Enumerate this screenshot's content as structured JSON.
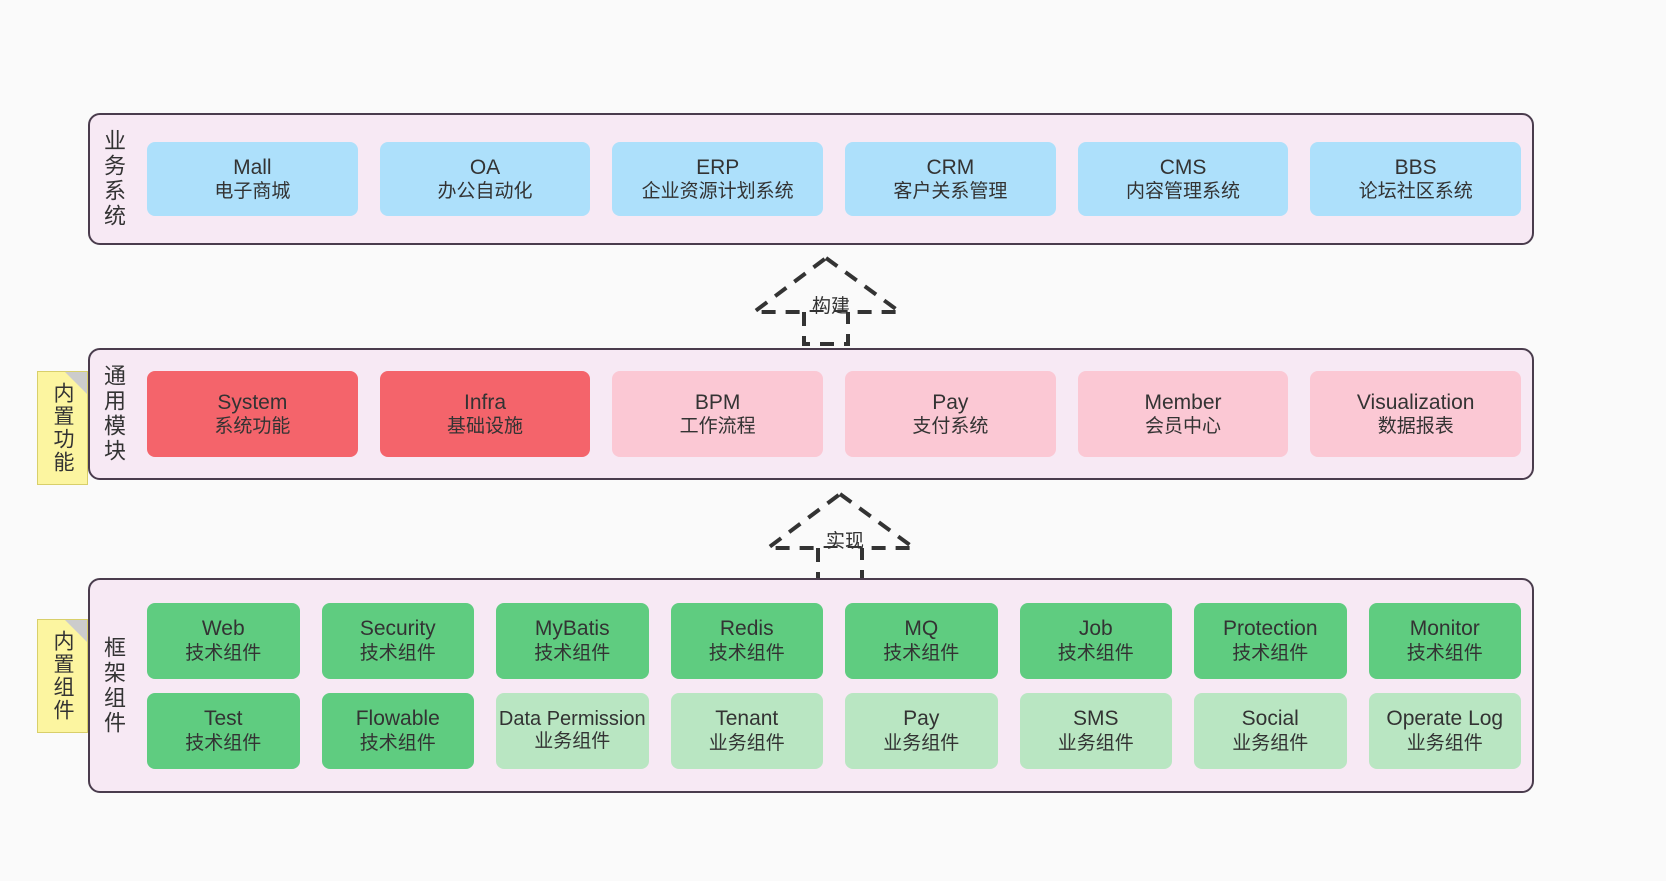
{
  "diagram": {
    "background": "#fafafa",
    "panel_bg": "#f7e9f4",
    "panel_border": "#4a3c4d",
    "note_bg": "#fcf5a0",
    "colors": {
      "business": "#ade0fb",
      "core_module": "#f4646b",
      "module": "#fbc8d4",
      "tech_component": "#5fcc80",
      "biz_component": "#b9e6c2"
    }
  },
  "layers": [
    {
      "id": "business-systems",
      "title": "业务系统",
      "cards": [
        {
          "name": "Mall",
          "desc": "电子商城",
          "style": "blue"
        },
        {
          "name": "OA",
          "desc": "办公自动化",
          "style": "blue"
        },
        {
          "name": "ERP",
          "desc": "企业资源计划系统",
          "style": "blue"
        },
        {
          "name": "CRM",
          "desc": "客户关系管理",
          "style": "blue"
        },
        {
          "name": "CMS",
          "desc": "内容管理系统",
          "style": "blue"
        },
        {
          "name": "BBS",
          "desc": "论坛社区系统",
          "style": "blue"
        }
      ]
    },
    {
      "id": "common-modules",
      "title": "通用模块",
      "note": "内置功能",
      "cards": [
        {
          "name": "System",
          "desc": "系统功能",
          "style": "red"
        },
        {
          "name": "Infra",
          "desc": "基础设施",
          "style": "red"
        },
        {
          "name": "BPM",
          "desc": "工作流程",
          "style": "pink"
        },
        {
          "name": "Pay",
          "desc": "支付系统",
          "style": "pink"
        },
        {
          "name": "Member",
          "desc": "会员中心",
          "style": "pink"
        },
        {
          "name": "Visualization",
          "desc": "数据报表",
          "style": "pink"
        }
      ]
    },
    {
      "id": "framework-components",
      "title": "框架组件",
      "note": "内置组件",
      "rows": [
        [
          {
            "name": "Web",
            "desc": "技术组件",
            "style": "green"
          },
          {
            "name": "Security",
            "desc": "技术组件",
            "style": "green"
          },
          {
            "name": "MyBatis",
            "desc": "技术组件",
            "style": "green"
          },
          {
            "name": "Redis",
            "desc": "技术组件",
            "style": "green"
          },
          {
            "name": "MQ",
            "desc": "技术组件",
            "style": "green"
          },
          {
            "name": "Job",
            "desc": "技术组件",
            "style": "green"
          },
          {
            "name": "Protection",
            "desc": "技术组件",
            "style": "green"
          },
          {
            "name": "Monitor",
            "desc": "技术组件",
            "style": "green"
          }
        ],
        [
          {
            "name": "Test",
            "desc": "技术组件",
            "style": "green"
          },
          {
            "name": "Flowable",
            "desc": "技术组件",
            "style": "green"
          },
          {
            "name": "Data Permission",
            "desc": "业务组件",
            "style": "lightgreen"
          },
          {
            "name": "Tenant",
            "desc": "业务组件",
            "style": "lightgreen"
          },
          {
            "name": "Pay",
            "desc": "业务组件",
            "style": "lightgreen"
          },
          {
            "name": "SMS",
            "desc": "业务组件",
            "style": "lightgreen"
          },
          {
            "name": "Social",
            "desc": "业务组件",
            "style": "lightgreen"
          },
          {
            "name": "Operate Log",
            "desc": "业务组件",
            "style": "lightgreen"
          }
        ]
      ]
    }
  ],
  "arrows": [
    {
      "id": "build-arrow",
      "label": "构建",
      "from": "common-modules",
      "to": "business-systems"
    },
    {
      "id": "implement-arrow",
      "label": "实现",
      "from": "framework-components",
      "to": "common-modules"
    }
  ]
}
